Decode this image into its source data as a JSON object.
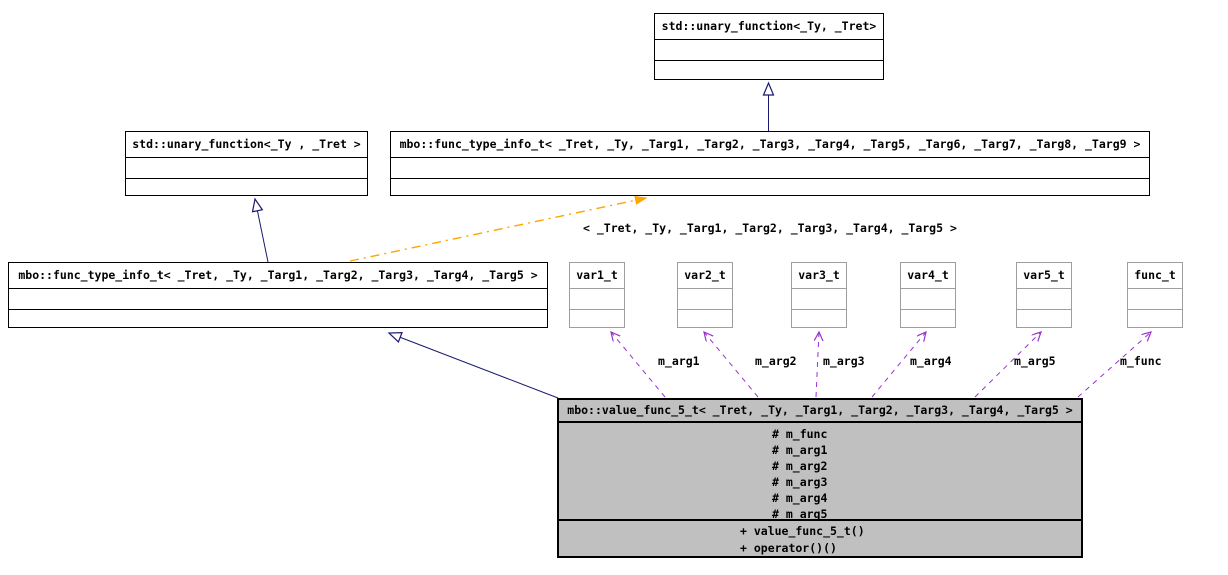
{
  "diagram": {
    "title": "UML class inheritance / collaboration diagram for mbo::value_func_5_t",
    "nodes": {
      "std_unary_top": {
        "title": "std::unary_function<_Ty, _Tret>"
      },
      "std_unary_left": {
        "title": "std::unary_function<_Ty , _Tret >"
      },
      "func_type_info_11": {
        "title": "mbo::func_type_info_t< _Tret, _Ty, _Targ1, _Targ2, _Targ3, _Targ4, _Targ5, _Targ6, _Targ7, _Targ8, _Targ9 >"
      },
      "func_type_info_7": {
        "title": "mbo::func_type_info_t< _Tret, _Ty, _Targ1, _Targ2, _Targ3, _Targ4, _Targ5 >"
      },
      "var_boxes": [
        {
          "label": "var1_t"
        },
        {
          "label": "var2_t"
        },
        {
          "label": "var3_t"
        },
        {
          "label": "var4_t"
        },
        {
          "label": "var5_t"
        },
        {
          "label": "func_t"
        }
      ],
      "value_func": {
        "title": "mbo::value_func_5_t< _Tret, _Ty, _Targ1, _Targ2, _Targ3, _Targ4, _Targ5 >",
        "attributes": [
          "# m_func",
          "# m_arg1",
          "# m_arg2",
          "# m_arg3",
          "# m_arg4",
          "# m_arg5"
        ],
        "methods": [
          "+ value_func_5_t()",
          "+ operator()()"
        ]
      }
    },
    "edge_labels": {
      "template_args": "< _Tret, _Ty, _Targ1, _Targ2, _Targ3, _Targ4, _Targ5 >",
      "usages": [
        "m_arg1",
        "m_arg2",
        "m_arg3",
        "m_arg4",
        "m_arg5",
        "m_func"
      ]
    },
    "colors": {
      "inheritance_edge": "#191970",
      "template_edge": "#ffa500",
      "usage_edge": "#9a32cd",
      "node_fill": "#ffffff",
      "highlighted_node_fill": "#c0c0c0",
      "node_border": "#000000",
      "external_node_border": "#9e9e9e"
    }
  }
}
